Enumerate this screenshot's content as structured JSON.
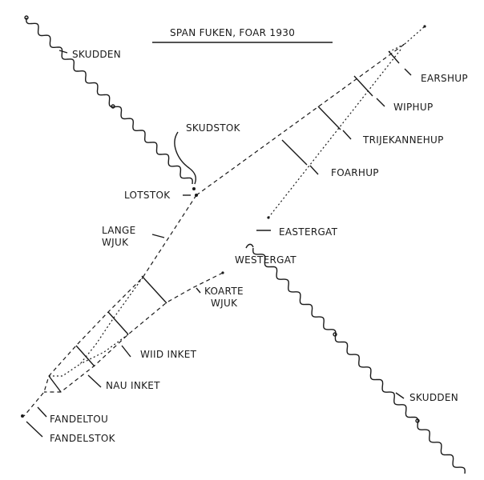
{
  "title": "SPAN FUKEN, FOAR 1930",
  "labels": {
    "skudden_top": "SKUDDEN",
    "skudstok": "SKUDSTOK",
    "lotstok": "LOTSTOK",
    "lange_1": "LANGE",
    "lange_2": "WJUK",
    "earshup": "EARSHUP",
    "wiphup": "WIPHUP",
    "trijekannehup": "TRIJEKANNEHUP",
    "foarhup": "FOARHUP",
    "eastergat": "EASTERGAT",
    "westergat": "WESTERGAT",
    "koarte_1": "KOARTE",
    "koarte_2": "WJUK",
    "wiid_inket": "WIID INKET",
    "nau_inket": "NAU INKET",
    "fandeltou": "FANDELTOU",
    "fandelstok": "FANDELSTOK",
    "skudden_bottom": "SKUDDEN"
  }
}
